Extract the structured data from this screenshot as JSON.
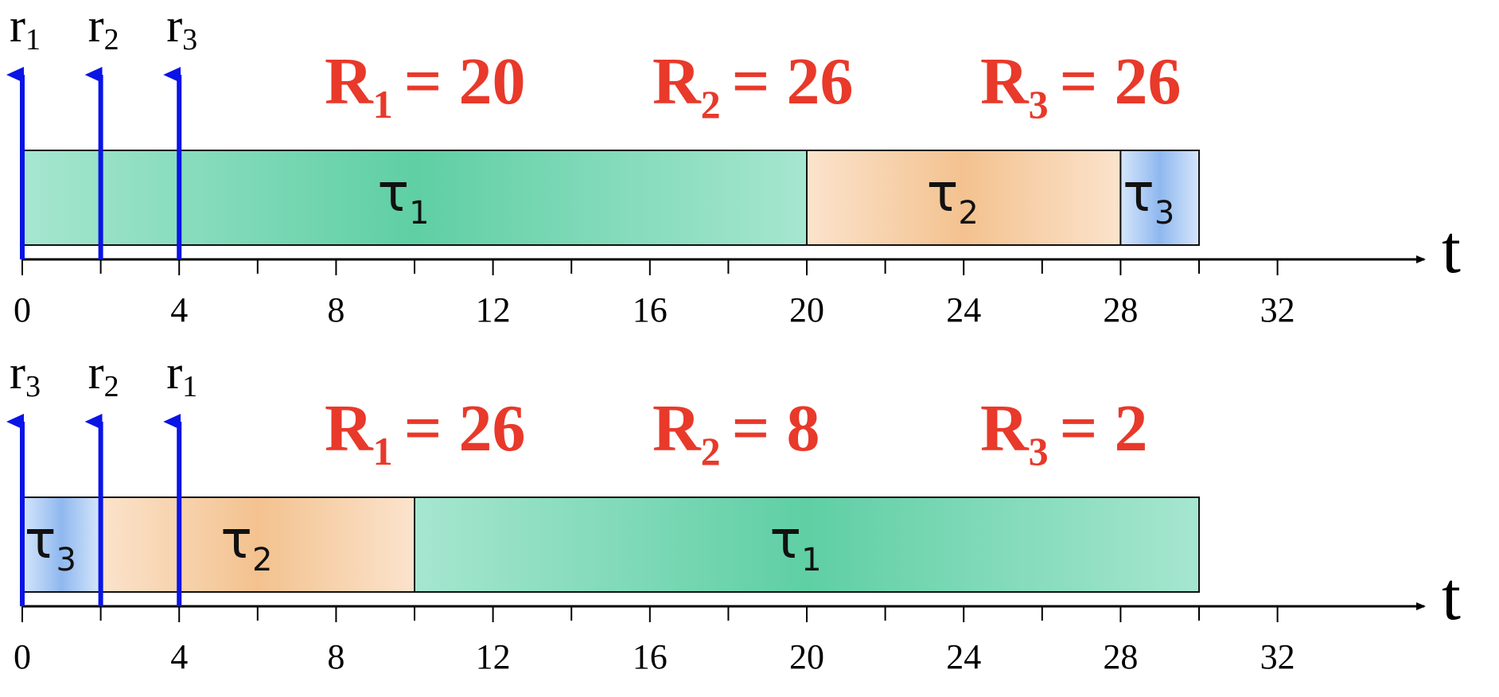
{
  "axis_symbol": "t",
  "tick_labels": [
    "0",
    "4",
    "8",
    "12",
    "16",
    "20",
    "24",
    "28",
    "32"
  ],
  "tick_values": [
    0,
    4,
    8,
    12,
    16,
    20,
    24,
    28,
    32
  ],
  "minor_tick_values": [
    2,
    6,
    10,
    14,
    18,
    22,
    26,
    30
  ],
  "task_colors": {
    "1": "#5fcfa4",
    "2": "#f3c28f",
    "3": "#8fb8ef"
  },
  "arrow_color": "#0a14e6",
  "response_color": "#e8392a",
  "schedules": [
    {
      "releases": [
        {
          "label": "r",
          "sub": "1",
          "time": 0
        },
        {
          "label": "r",
          "sub": "2",
          "time": 2
        },
        {
          "label": "r",
          "sub": "3",
          "time": 4
        }
      ],
      "responses": [
        {
          "label": "R",
          "sub": "1",
          "text": "= 20"
        },
        {
          "label": "R",
          "sub": "2",
          "text": "= 26"
        },
        {
          "label": "R",
          "sub": "3",
          "text": "= 26"
        }
      ],
      "tasks": [
        {
          "label": "τ",
          "sub": "1",
          "start": 0,
          "end": 20,
          "color_key": "1"
        },
        {
          "label": "τ",
          "sub": "2",
          "start": 20,
          "end": 28,
          "color_key": "2"
        },
        {
          "label": "τ",
          "sub": "3",
          "start": 28,
          "end": 30,
          "color_key": "3"
        }
      ]
    },
    {
      "releases": [
        {
          "label": "r",
          "sub": "3",
          "time": 0
        },
        {
          "label": "r",
          "sub": "2",
          "time": 2
        },
        {
          "label": "r",
          "sub": "1",
          "time": 4
        }
      ],
      "responses": [
        {
          "label": "R",
          "sub": "1",
          "text": "= 26"
        },
        {
          "label": "R",
          "sub": "2",
          "text": "= 8"
        },
        {
          "label": "R",
          "sub": "3",
          "text": "= 2"
        }
      ],
      "tasks": [
        {
          "label": "τ",
          "sub": "3",
          "start": 0,
          "end": 2,
          "color_key": "3"
        },
        {
          "label": "τ",
          "sub": "2",
          "start": 2,
          "end": 10,
          "color_key": "2"
        },
        {
          "label": "τ",
          "sub": "1",
          "start": 10,
          "end": 30,
          "color_key": "1"
        }
      ]
    }
  ]
}
